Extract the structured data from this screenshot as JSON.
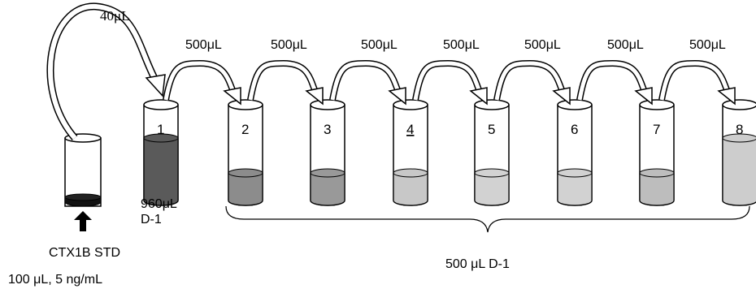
{
  "diagram": {
    "std_tube": {
      "label_line1": "CTX1B STD",
      "label_line2": "100 μL, 5 ng/mL"
    },
    "first_transfer": "40μL",
    "tube1_labels": [
      "960μL",
      "D-1"
    ],
    "transfers": [
      "500μL",
      "500μL",
      "500μL",
      "500μL",
      "500μL",
      "500μL",
      "500μL"
    ],
    "tubes": [
      {
        "number": "1",
        "fill_color": "#5a5a5a"
      },
      {
        "number": "2",
        "fill_color": "#8c8c8c"
      },
      {
        "number": "3",
        "fill_color": "#999999"
      },
      {
        "number": "4",
        "fill_color": "#c8c8c8"
      },
      {
        "number": "5",
        "fill_color": "#d2d2d2"
      },
      {
        "number": "6",
        "fill_color": "#d2d2d2"
      },
      {
        "number": "7",
        "fill_color": "#bdbdbd"
      },
      {
        "number": "8",
        "fill_color": "#cdcdcd"
      }
    ],
    "bracket_label": "500 μL D-1"
  }
}
